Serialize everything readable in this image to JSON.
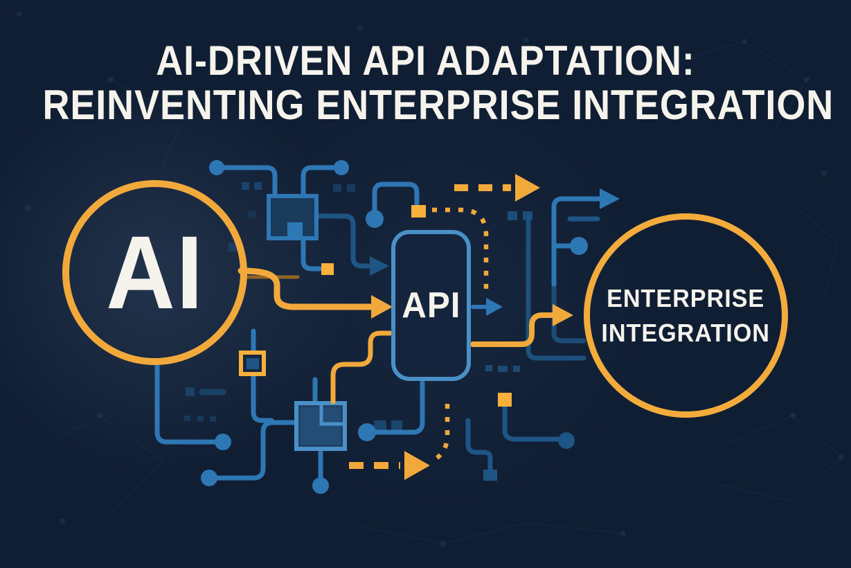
{
  "title": {
    "line1": "AI-DRIVEN API ADAPTATION:",
    "line2": "REINVENTING ENTERPRISE INTEGRATION"
  },
  "nodes": {
    "ai": {
      "label": "AI",
      "shape": "circle",
      "ring_color": "#F2A93B"
    },
    "api": {
      "label": "API",
      "shape": "rounded-rectangle",
      "border_color": "#4A90C8"
    },
    "enterprise": {
      "label_line1": "ENTERPRISE",
      "label_line2": "INTEGRATION",
      "shape": "circle",
      "ring_color": "#F3AC3C"
    }
  },
  "decorations": {
    "style": "circuit-board traces with chips, nodes, solid and dashed arrows",
    "icons": [
      "chip-icon",
      "arrow-right-icon",
      "dashed-arrow-icon",
      "dotted-trace",
      "node-dot",
      "pad-square"
    ]
  },
  "colors": {
    "background": "#101E33",
    "accent_orange": "#F2A93B",
    "accent_orange_bright": "#F7B03C",
    "trace_blue": "#2E77B5",
    "trace_blue_dark": "#1E5585",
    "box_border_blue": "#4A90C8",
    "text": "#F5F3EC"
  }
}
